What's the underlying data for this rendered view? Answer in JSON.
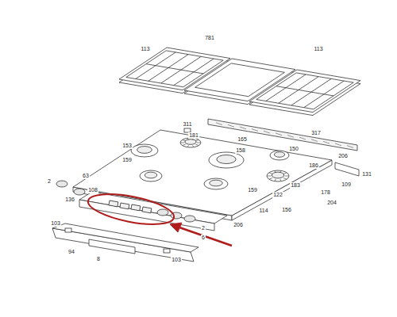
{
  "diagram": {
    "labels": [
      "113",
      "781",
      "113",
      "311",
      "317",
      "153",
      "181",
      "165",
      "159",
      "158",
      "150",
      "183",
      "186",
      "206",
      "131",
      "109",
      "2",
      "63",
      "136",
      "159",
      "122",
      "178",
      "204",
      "156",
      "114",
      "108",
      "206",
      "2",
      "6",
      "103",
      "103",
      "94",
      "8"
    ]
  }
}
